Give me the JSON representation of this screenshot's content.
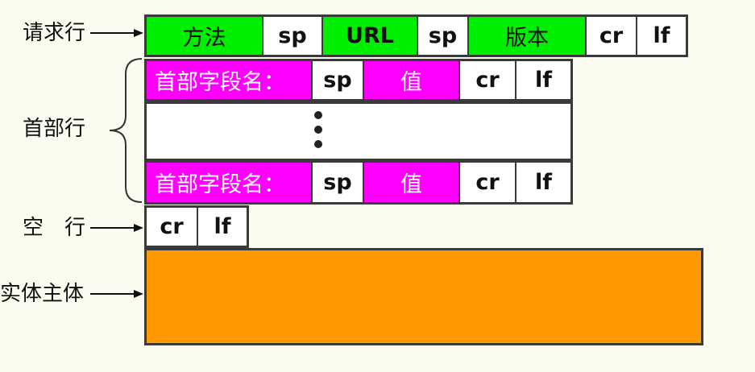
{
  "labels": {
    "request_line": "请求行",
    "header_lines": "首部行",
    "blank_line": "空　行",
    "entity_body": "实体主体"
  },
  "request_line": {
    "method": "方法",
    "sp1": "sp",
    "url": "URL",
    "sp2": "sp",
    "version": "版本",
    "cr": "cr",
    "lf": "lf"
  },
  "header_line_1": {
    "field_name": "首部字段名：",
    "sp": "sp",
    "value": "值",
    "cr": "cr",
    "lf": "lf"
  },
  "header_line_2": {
    "field_name": "首部字段名：",
    "sp": "sp",
    "value": "值",
    "cr": "cr",
    "lf": "lf"
  },
  "blank_line": {
    "cr": "cr",
    "lf": "lf"
  },
  "colors": {
    "request_line": "#00ee00",
    "header_field": "#ff00ff",
    "entity_body": "#ff9900",
    "background": "#fbfbf0"
  }
}
